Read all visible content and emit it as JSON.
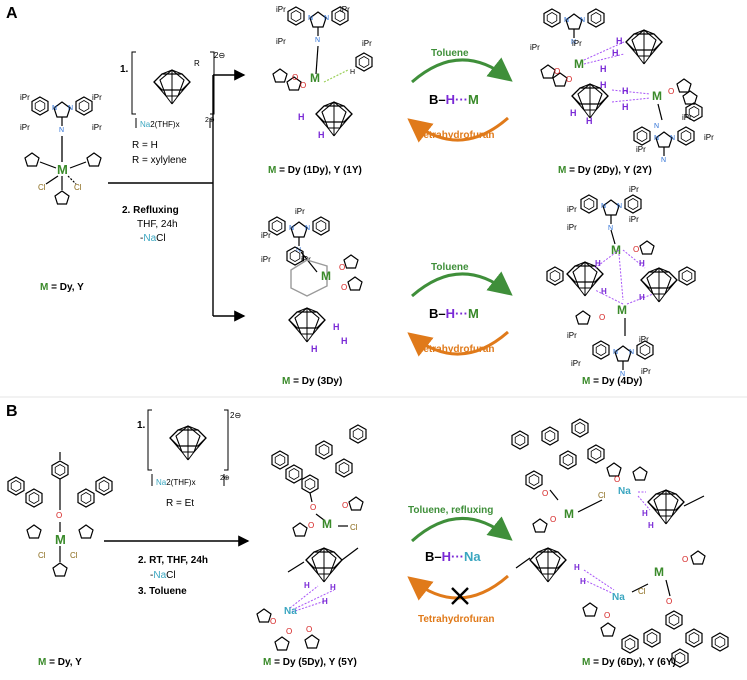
{
  "colors": {
    "metal": "#3a8a2a",
    "nitrogen": "#2a6fd6",
    "oxygen": "#d42020",
    "chlorine": "#8a6a1a",
    "hydride": "#7a2ad6",
    "sodium": "#3aa6c0",
    "toluene_arrow": "#3f8f3a",
    "thf_arrow": "#e07a1a"
  },
  "panels": {
    "a": {
      "letter": "A",
      "start_label_m": "M",
      "start_label_rest": " = Dy, Y",
      "reagent_charge": "2⊖",
      "reagent_r_sub": "R",
      "reagent_counterion": "Na",
      "reagent_counterion_rest": "2(THF)x",
      "reagent_counter_charge": "2⊕",
      "step1": "1.",
      "r_h": "R = H",
      "r_xylylene": "R = xylylene",
      "step2": "2. Refluxing",
      "step2_line2": "THF, 24h",
      "step2_line3_prefix": "-",
      "step2_line3_na": "Na",
      "step2_line3_cl": "Cl",
      "top": {
        "forward": "Toluene",
        "reverse": "Tetrahydrofuran",
        "eq_b": "B",
        "eq_h": "H",
        "eq_m": "M",
        "left_label_m": "M",
        "left_label_rest": " = Dy (1Dy), Y (1Y)",
        "right_label_m": "M",
        "right_label_rest": " = Dy (2Dy), Y (2Y)"
      },
      "bottom": {
        "forward": "Toluene",
        "reverse": "Tetrahydrofuran",
        "eq_b": "B",
        "eq_h": "H",
        "eq_m": "M",
        "left_label_m": "M",
        "left_label_rest": " = Dy (3Dy)",
        "right_label_m": "M",
        "right_label_rest": " = Dy (4Dy)"
      }
    },
    "b": {
      "letter": "B",
      "start_label_m": "M",
      "start_label_rest": " = Dy, Y",
      "step1": "1.",
      "reagent_charge": "2⊖",
      "reagent_counterion": "Na",
      "reagent_counterion_rest": "2(THF)x",
      "reagent_counter_charge": "2⊕",
      "r_et": "R = Et",
      "step2": "2. RT, THF, 24h",
      "step2_line2_prefix": "-",
      "step2_line2_na": "Na",
      "step2_line2_cl": "Cl",
      "step3": "3. Toluene",
      "forward": "Toluene, refluxing",
      "reverse": "Tetrahydrofuran",
      "eq_b": "B",
      "eq_h": "H",
      "eq_na": "Na",
      "left_label_m": "M",
      "left_label_rest": " = Dy (5Dy), Y (5Y)",
      "right_label_m": "M",
      "right_label_rest": " = Dy (6Dy), Y (6Y)"
    }
  },
  "atom_labels": {
    "ipr": "iPr",
    "metal": "M",
    "cl": "Cl",
    "o": "O",
    "n": "N",
    "h": "H",
    "na": "Na"
  }
}
